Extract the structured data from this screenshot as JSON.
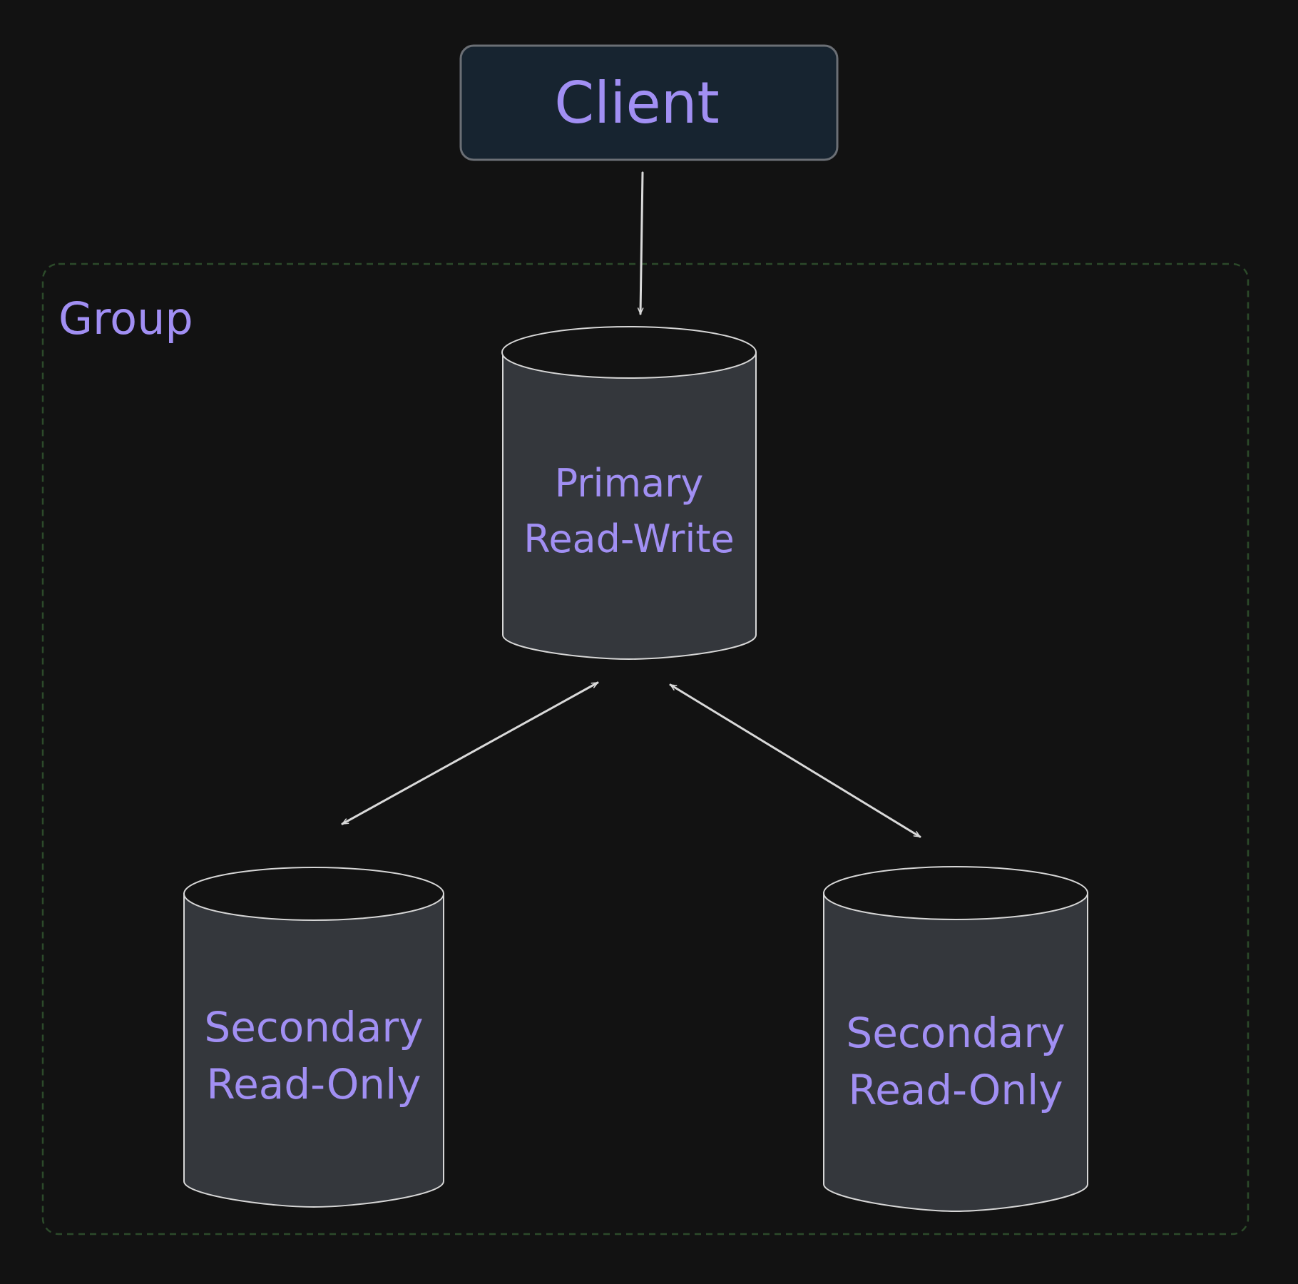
{
  "diagram": {
    "background_color": "#121212",
    "accent_text_color": "#a18ff3",
    "client": {
      "label": "Client",
      "fill_color": "#172430",
      "border_color": "#6b6f75"
    },
    "group": {
      "label": "Group",
      "border_color": "#2c4a2a",
      "border_style": "dashed"
    },
    "primary": {
      "line1": "Primary",
      "line2": "Read-Write",
      "shape": "cylinder"
    },
    "secondary_left": {
      "line1": "Secondary",
      "line2": "Read-Only",
      "shape": "cylinder"
    },
    "secondary_right": {
      "line1": "Secondary",
      "line2": "Read-Only",
      "shape": "cylinder"
    },
    "edges": [
      {
        "from": "client",
        "to": "primary",
        "arrow": "end"
      },
      {
        "from": "primary",
        "to": "secondary_left",
        "arrow": "both"
      },
      {
        "from": "primary",
        "to": "secondary_right",
        "arrow": "both"
      }
    ]
  }
}
